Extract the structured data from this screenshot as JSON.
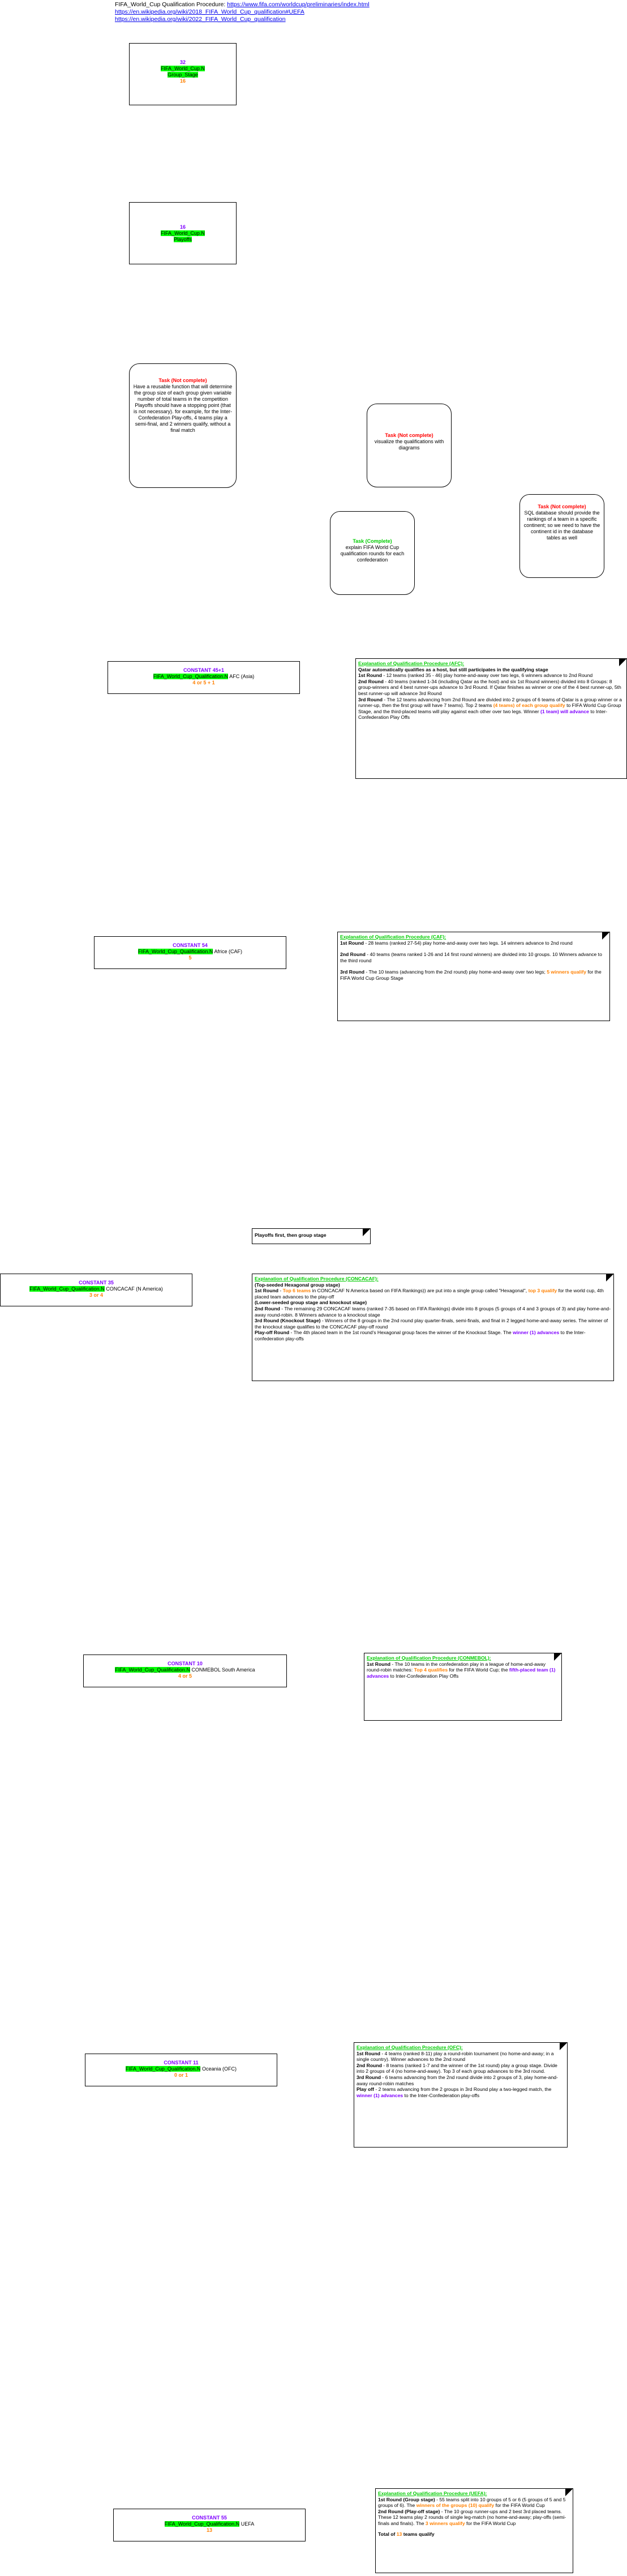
{
  "header": {
    "line1_prefix": "FIFA_World_Cup Qualification Procedure: ",
    "line1_link": "https://www.fifa.com/worldcup/preliminaries/index.html",
    "line2_link": "https://en.wikipedia.org/wiki/2018_FIFA_World_Cup_qualification#UEFA",
    "line3_link": "https://en.wikipedia.org/wiki/2022_FIFA_World_Cup_qualification"
  },
  "top_boxes": [
    {
      "number": "32",
      "label": "FIFA_World_Cup.N",
      "sub1": "Group_Stage",
      "sub2": "16"
    },
    {
      "number": "16",
      "label": "FIFA_World_Cup.N",
      "sub1": "Playoffs"
    }
  ],
  "tasks": {
    "task1": {
      "title": "Task (Not complete)",
      "body": "Have a reusable function that will determine the group size of each group given variable number of total teams in the competition Playoffs should have a stopping point (that is not necessary). for example, for the Inter-Confederation Play-offs, 4 teams play a semi-final, and 2 winners qualify, without a final match"
    },
    "task2": {
      "title": "Task (Not complete)",
      "body": "visualize the qualifications with diagrams"
    },
    "task3": {
      "title": "Task (Not complete)",
      "body": "SQL database should provide the rankings of a team in a specific continent; so we need to have the continent id in the database tables as well"
    },
    "task4": {
      "title": "Task (Complete)",
      "body": "explain FIFA World Cup qualification rounds for each confederation"
    }
  },
  "constants": [
    {
      "title": "CONSTANT 45+1",
      "tag": "FIFA_World_Cup_Qualification.N",
      "suffix": " AFC (Asia)",
      "sub": "4 or 5 + 1"
    },
    {
      "title": "CONSTANT 54",
      "tag": "FIFA_World_Cup_Qualification.N",
      "suffix": " Africe (CAF)",
      "sub": "5"
    },
    {
      "title": "CONSTANT 35",
      "tag": "FIFA_World_Cup_Qualification.N",
      "suffix": " CONCACAF (N America)",
      "sub": "3 or 4"
    },
    {
      "title": "CONSTANT 10",
      "tag": "FIFA_World_Cup_Qualification.N",
      "suffix": " CONMEBOL South America",
      "sub": "4 or 5"
    },
    {
      "title": "CONSTANT 11",
      "tag": "FIFA_World_Cup_Qualification.N",
      "suffix": " Oceania (OFC)",
      "sub": "0 or 1"
    },
    {
      "title": "CONSTANT 55",
      "tag": "FIFA_World_Cup_Qualification.N",
      "suffix": " UEFA",
      "sub": "13"
    }
  ],
  "playoffs_note": "Playoffs first, then group stage",
  "notes": {
    "afc": {
      "title": "Explanation of Qualification Procedure (AFC):",
      "l1": "Qatar automatically qualifies as a host, but still participates in the qualifying stage",
      "l2a": "1st Round",
      "l2b": " - 12 teams (ranked 35 - 46) play home-and-away over two legs, 6 winners advance to 2nd Round",
      "l3a": "2nd Round",
      "l3b": " - 40 teams (ranked 1-34 (including Qatar as the host) and six 1st Round winners) divided into 8 Groups: 8 group-winners and 4 best runner-ups advance to 3rd Round. If Qatar finishes as winner or one of the 4 best runner-up, 5th best runner-up will advance 3rd Round",
      "l4a": "3rd Round",
      "l4b": " - The 12 teams advancing from 2nd Round are divided into 2 groups of 6 teams of Qatar is a group winner or a runner-up, then the first group will have 7 teams). Top 2 teams ",
      "l4c": "(4 teams) of each group qualify",
      "l4d": " to FIFA World Cup Group Stage, and the third-placed teams will play against each other over two legs. Winner ",
      "l4e": "(1 team) will advance",
      "l4f": " to Inter-Confederation Play Offs"
    },
    "caf": {
      "title": "Explanation of Qualification Procedure (CAF):",
      "l1a": "1st Round",
      "l1b": " - 28 teams (ranked 27-54) play home-and-away over two legs. 14 winners advance to 2nd round",
      "l2a": "2nd Round",
      "l2b": " - 40 teams (teams ranked 1-26 and 14 first round winners) are divided into 10 groups. 10 Winners advance to the third round",
      "l3a": "3rd Round",
      "l3b": " - The 10 teams (advancing from the 2nd round) play home-and-away over two legs; ",
      "l3c": "5 winners qualify",
      "l3d": " for the FIFA World Cup Group Stage"
    },
    "concacaf": {
      "title": "Explanation of Qualification Procedure (CONCACAF):",
      "l1": "(Top-seeded Hexagonal group stage)",
      "l2a": "1st Round",
      "l2b": " - ",
      "l2c": "Top 6 teams",
      "l2d": " in CONCACAF N America based on FIFA Rankings)) are put into a single group called \"Hexagonal\", ",
      "l2e": "top 3 qualify",
      "l2f": " for the world cup, 4th placed team advances to the play-off",
      "l3": "(Lower-seeded group stage and knockout stage)",
      "l4a": "2nd Round",
      "l4b": " - The remaining 29 CONCACAF teams (ranked 7-35 based on FIFA Rankings) divide into 8 groups (5 groups of 4 and 3 groups of 3) and play home-and-away round-robin. 8 Winners advance to a knockout stage",
      "l5a": "3rd Round (Knockout Stage)",
      "l5b": " - Winners of the 8 groups in the 2nd round play quarter-finals, semi-finals, and final in 2 legged home-and-away series. The winner of the knockout stage qualifies to the CONCACAF play-off round",
      "l6a": "Play-off Round",
      "l6b": " - The 4th placed team in the 1st round's Hexagonal group faces the winner of the Knockout Stage. The ",
      "l6c": "winner (1) advances",
      "l6d": " to the Inter-confederation play-offs"
    },
    "conmebol": {
      "title": "Explanation of Qualification Procedure (CONMEBOL):",
      "l1a": "1st Round",
      "l1b": " - The 10 teams in the confederation play in a league of home-and-away round-robin matches: ",
      "l1c": "Top 4 qualifies",
      "l1d": " for the FIFA World Cup; the ",
      "l1e": "fifth-placed team (1) advances",
      "l1f": " to Inter-Confederation Play Offs"
    },
    "ofc": {
      "title": "Explanation of Qualification Procedure (OFC):",
      "l1a": "1st Round",
      "l1b": " - 4 teams (ranked 8-11) play a round-robin tournament (no home-and-away; in a single country). Winner advances to the 2nd round",
      "l2a": "2nd Round",
      "l2b": " - 8 teams (ranked 1-7 and the winner of the 1st round) play a group stage. Divide into 2 groups of 4 (no home-and-away). Top 3 of each group advances to the 3rd round.",
      "l3a": "3rd Round",
      "l3b": " - 6 teams advancing from the 2nd round divide into 2 groups of 3, play home-and-away round-robin matches",
      "l4a": "Play off",
      "l4b": " - 2 teams advancing from the 2 groups in 3rd Round play a two-legged match, the ",
      "l4c": "winner (1) advances",
      "l4d": " to the Inter-Confederation play-offs"
    },
    "uefa": {
      "title": "Explanation of Qualification Procedure (UEFA):",
      "l1a": "1st Round (Group stage)",
      "l1b": " - 55 teams split into 10 groups of 5 or 6 (5 groups of 5 and 5 groups of 6). The ",
      "l1c": "winners of the groups (10) qualify",
      "l1d": " for the FIFA World Cup",
      "l2a": "2nd Round (Play-off stage)",
      "l2b": " - The 10 group runner-ups and 2 best 3rd placed teams. These 12 teams play 2 rounds of single leg-match (no home-and-away; play-offs (semi-finals and finals). The ",
      "l2c": "3 winners qualify",
      "l2d": " for the FIFA World Cup",
      "l3a": "Total of ",
      "l3b": "13",
      "l3c": " teams qualify"
    }
  },
  "colors": {
    "tag_green": "#00ff00",
    "title_purple": "#7f00ff",
    "task_red": "#ff0000",
    "note_green": "#00cc00",
    "orange": "#ff8000"
  }
}
